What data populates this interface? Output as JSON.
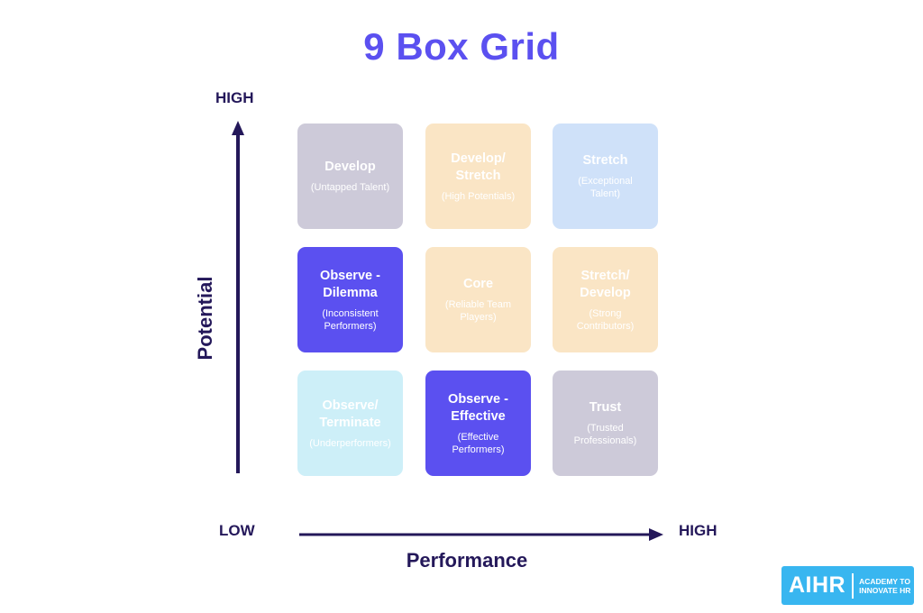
{
  "title": "9 Box Grid",
  "axes": {
    "y_title": "Potential",
    "y_high": "HIGH",
    "x_title": "Performance",
    "x_low": "LOW",
    "x_high": "HIGH"
  },
  "boxes": [
    {
      "row": 0,
      "col": 0,
      "name": "Develop",
      "sub": "(Untapped Talent)",
      "bg": "#cdcad9",
      "name_color": "#ffffff",
      "sub_color": "#ffffff"
    },
    {
      "row": 0,
      "col": 1,
      "name": "Develop/\nStretch",
      "sub": "(High Potentials)",
      "bg": "#fae5c5",
      "name_color": "#ffffff",
      "sub_color": "#ffffff"
    },
    {
      "row": 0,
      "col": 2,
      "name": "Stretch",
      "sub": "(Exceptional\nTalent)",
      "bg": "#cfe1f9",
      "name_color": "#ffffff",
      "sub_color": "#ffffff"
    },
    {
      "row": 1,
      "col": 0,
      "name": "Observe -\nDilemma",
      "sub": "(Inconsistent\nPerformers)",
      "bg": "#5b50f0",
      "name_color": "#ffffff",
      "sub_color": "#ffffff"
    },
    {
      "row": 1,
      "col": 1,
      "name": "Core",
      "sub": "(Reliable Team\nPlayers)",
      "bg": "#fae5c5",
      "name_color": "#ffffff",
      "sub_color": "#ffffff"
    },
    {
      "row": 1,
      "col": 2,
      "name": "Stretch/\nDevelop",
      "sub": "(Strong\nContributors)",
      "bg": "#fae5c5",
      "name_color": "#ffffff",
      "sub_color": "#ffffff"
    },
    {
      "row": 2,
      "col": 0,
      "name": "Observe/\nTerminate",
      "sub": "(Underperformers)",
      "bg": "#cdeff8",
      "name_color": "#ffffff",
      "sub_color": "#ffffff"
    },
    {
      "row": 2,
      "col": 1,
      "name": "Observe -\nEffective",
      "sub": "(Effective\nPerformers)",
      "bg": "#5b50f0",
      "name_color": "#ffffff",
      "sub_color": "#ffffff"
    },
    {
      "row": 2,
      "col": 2,
      "name": "Trust",
      "sub": "(Trusted\nProfessionals)",
      "bg": "#cdcad9",
      "name_color": "#ffffff",
      "sub_color": "#ffffff"
    }
  ],
  "colors": {
    "title": "#5b50f0",
    "axis": "#24185a",
    "logo_bg": "#38b6f0"
  },
  "logo": {
    "mark": "AIHR",
    "tag_line1": "ACADEMY TO",
    "tag_line2": "INNOVATE HR"
  }
}
